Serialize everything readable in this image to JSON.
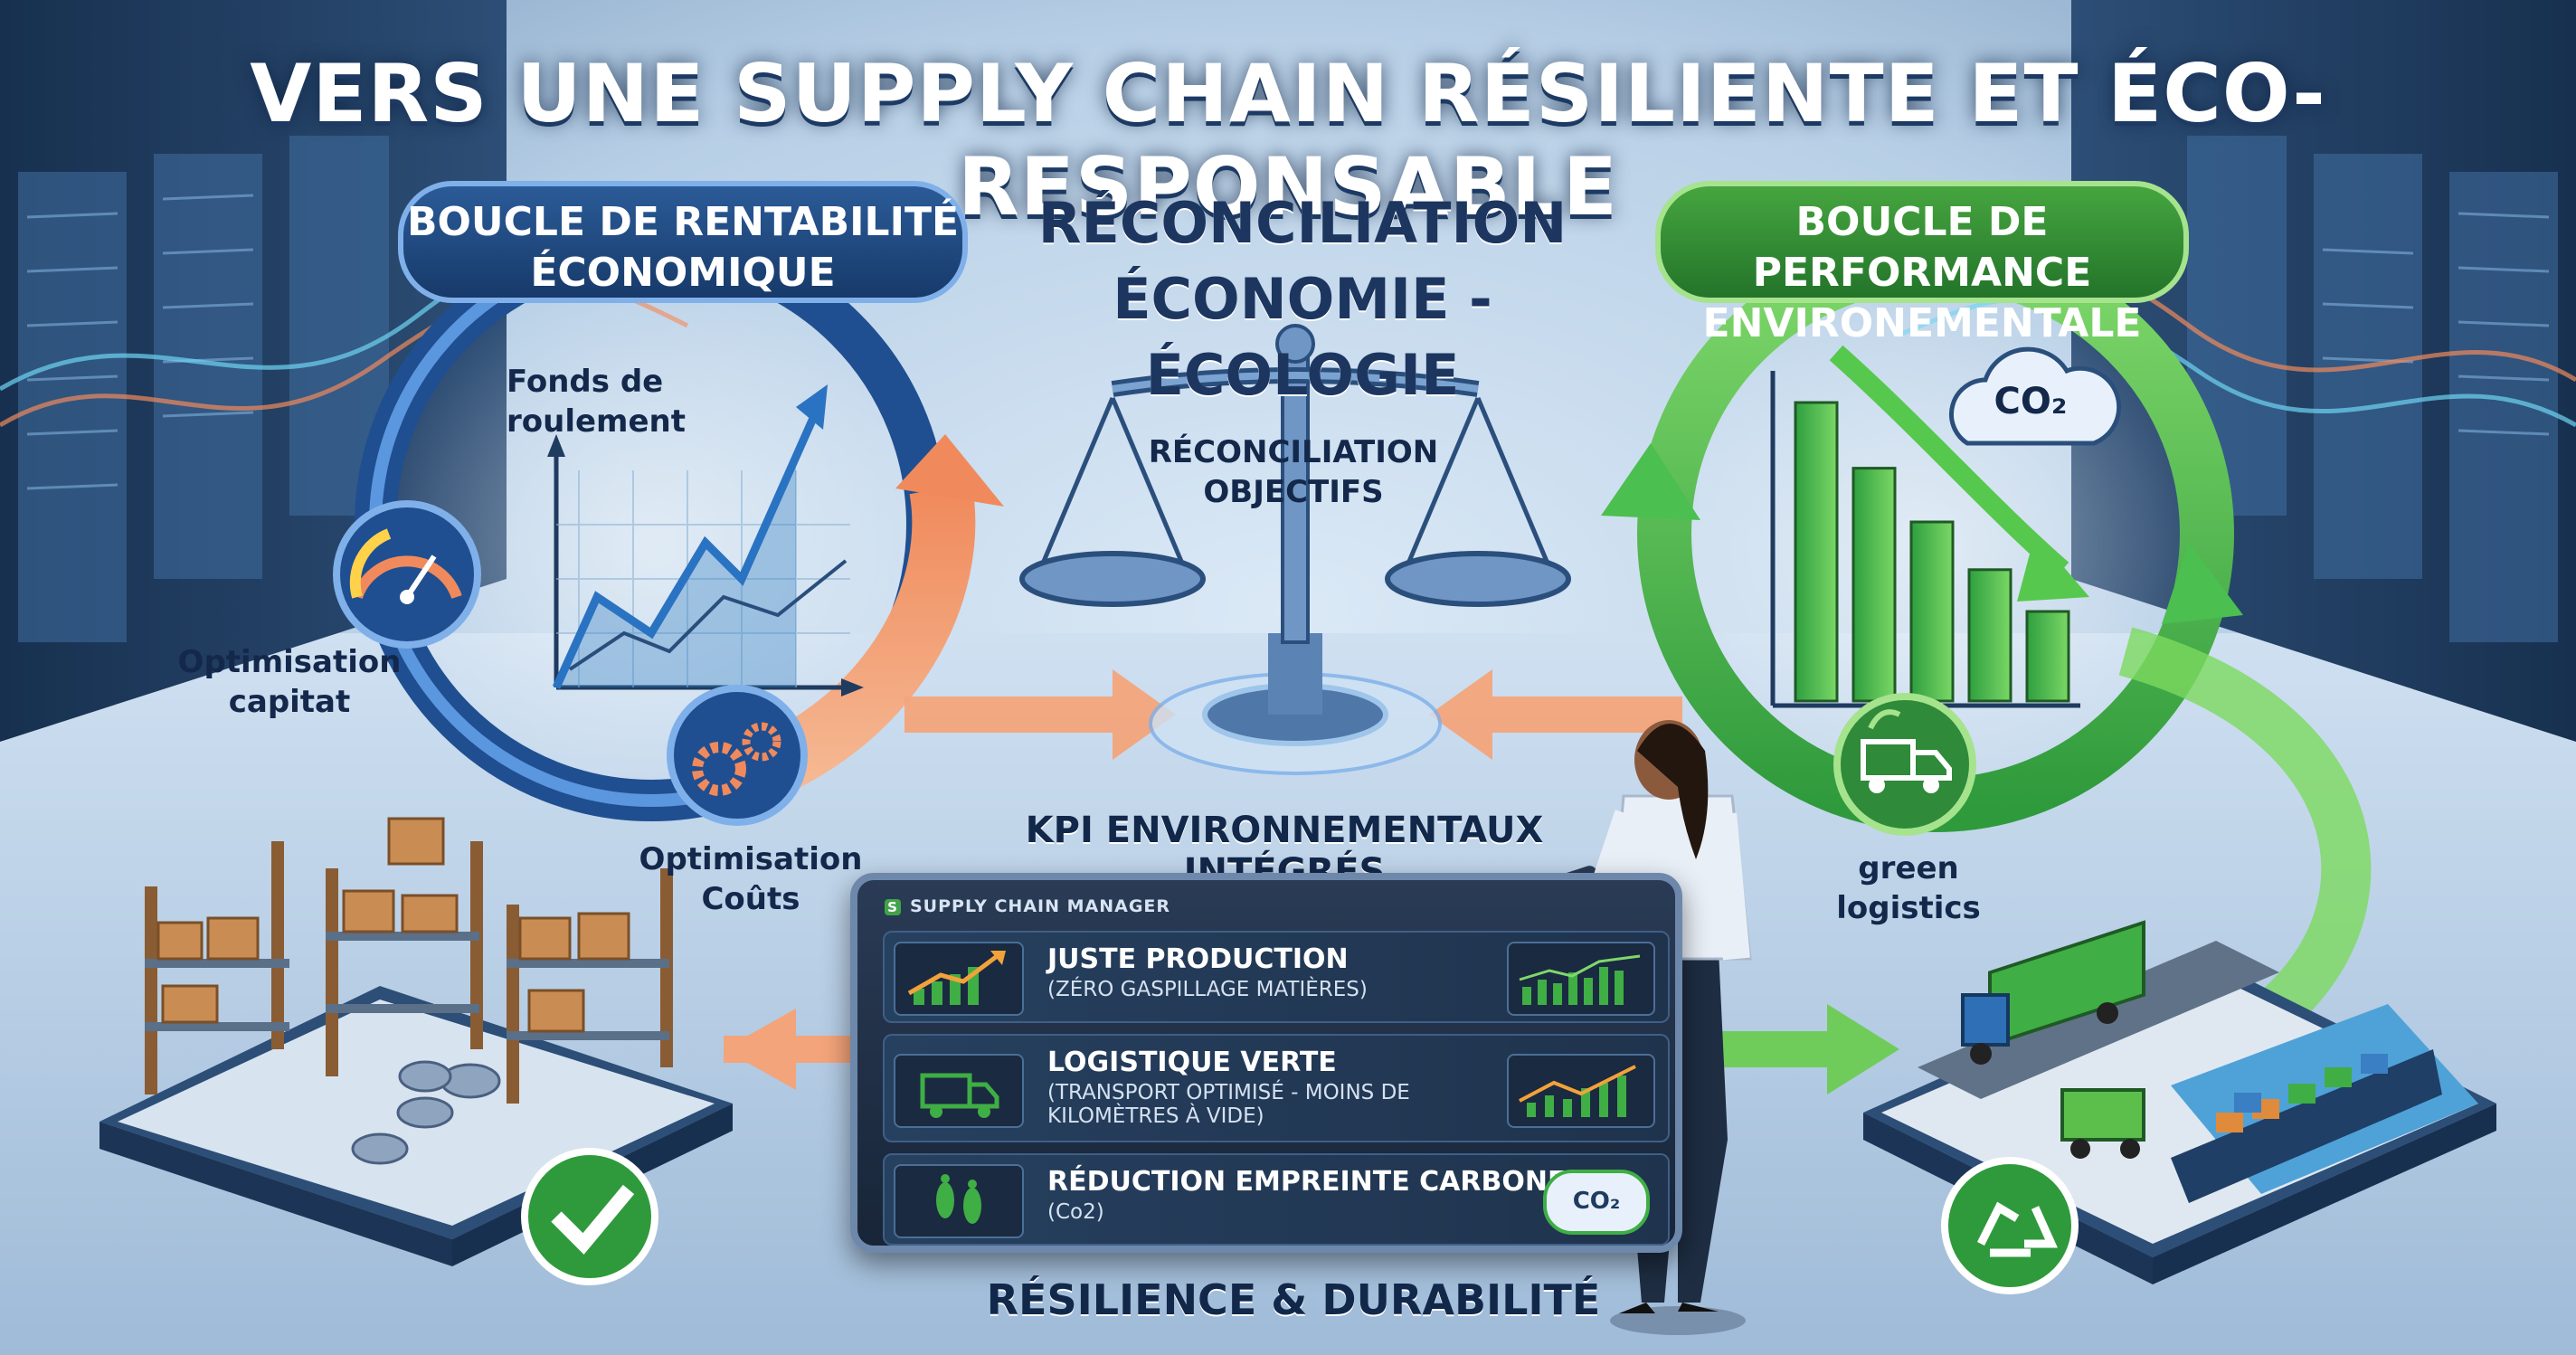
{
  "title": "VERS UNE SUPPLY CHAIN RÉSILIENTE ET ÉCO-RESPONSABLE",
  "left_loop": {
    "title_line1": "BOUCLE DE RENTABILITÉ",
    "title_line2": "ÉCONOMIQUE",
    "chart_label_line1": "Fonds de",
    "chart_label_line2": "roulement",
    "label_capital_line1": "Optimisation",
    "label_capital_line2": "capitat",
    "label_costs_line1": "Optimisation",
    "label_costs_line2": "Coûts",
    "colors": {
      "ring": "#2f67b8",
      "arrow": "#f29a6d"
    },
    "icons": [
      "gauge-icon",
      "gears-icon"
    ]
  },
  "center": {
    "title_line1": "RÉCONCILIATION",
    "title_line2": "ÉCONOMIE - ÉCOLOGIE",
    "scale_label_line1": "RÉCONCILIATION",
    "scale_label_line2": "OBJECTIFS",
    "icon": "balance-scale-icon"
  },
  "right_loop": {
    "title_line1": "BOUCLE DE PERFORMANCE",
    "title_line2": "ENVIRONEMENTALE",
    "co2_label": "CO₂",
    "green_logistics_line1": "green",
    "green_logistics_line2": "logistics",
    "bar_levels": [
      1.0,
      0.78,
      0.6,
      0.44,
      0.3
    ],
    "colors": {
      "ring": "#3fb24a",
      "bars": "#3aa947"
    },
    "icons": [
      "co2-cloud-icon",
      "delivery-truck-icon"
    ]
  },
  "dashboard": {
    "heading": "KPI ENVIRONNEMENTAUX INTÉGRÉS",
    "panel_title": "SUPPLY CHAIN MANAGER",
    "logo_letter": "S",
    "rows": [
      {
        "icon": "rising-chart-icon",
        "title": "JUSTE PRODUCTION",
        "subtitle": "(ZÉRO GASPILLAGE MATIÈRES)"
      },
      {
        "icon": "truck-icon",
        "title": "LOGISTIQUE VERTE",
        "subtitle": "(TRANSPORT OPTIMISÉ - MOINS DE KILOMÈTRES À VIDE)"
      },
      {
        "icon": "footprints-icon",
        "title": "RÉDUCTION EMPREINTE CARBONE",
        "subtitle": "(Co2)",
        "badge": "CO₂"
      }
    ]
  },
  "footer": "RÉSILIENCE & DURABILITÉ",
  "corner_icons": [
    "checkmark-icon",
    "recycle-icon"
  ],
  "colors": {
    "navy": "#1b2f4a",
    "blue_accent": "#2f67b8",
    "green_accent": "#3fb24a",
    "orange_accent": "#f29a6d"
  }
}
